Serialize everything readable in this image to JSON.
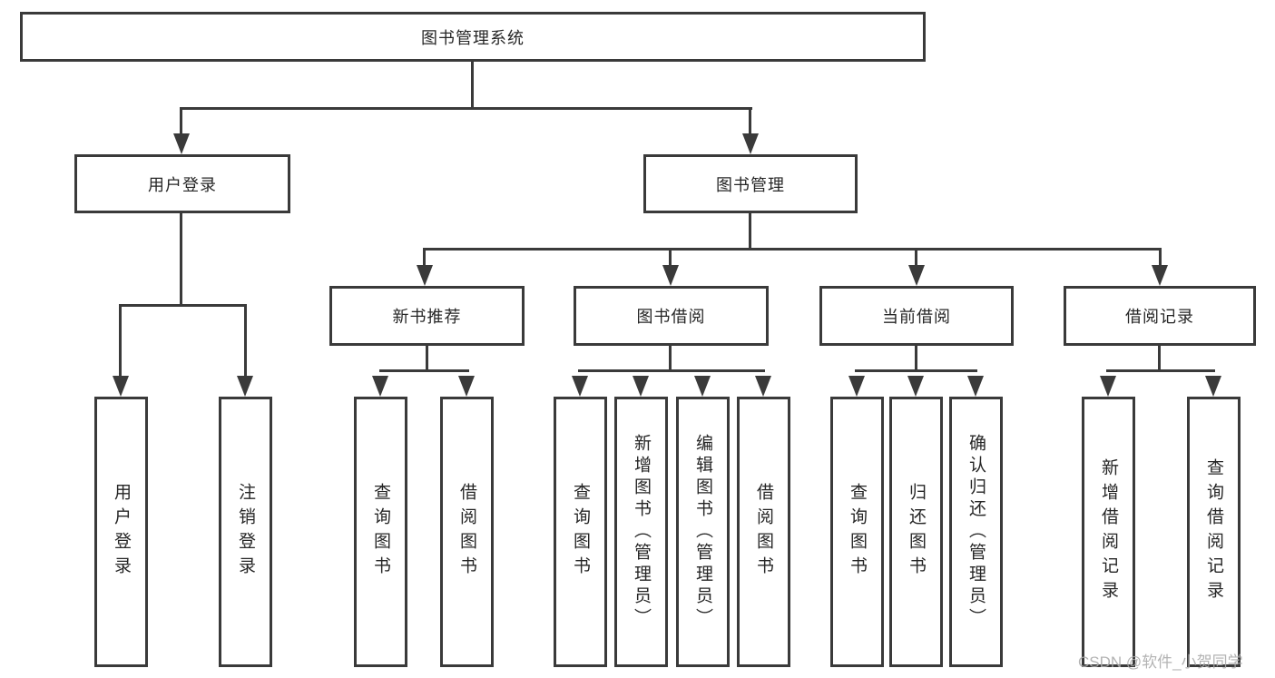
{
  "diagram": {
    "root": {
      "label": "图书管理系统"
    },
    "branches": [
      {
        "label": "用户登录",
        "children": [
          {
            "label": "用户登录"
          },
          {
            "label": "注销登录"
          }
        ]
      },
      {
        "label": "图书管理",
        "children": [
          {
            "label": "新书推荐",
            "children": [
              {
                "label": "查询图书"
              },
              {
                "label": "借阅图书"
              }
            ]
          },
          {
            "label": "图书借阅",
            "children": [
              {
                "label": "查询图书"
              },
              {
                "label": "新增图书（管理员）"
              },
              {
                "label": "编辑图书（管理员）"
              },
              {
                "label": "借阅图书"
              }
            ]
          },
          {
            "label": "当前借阅",
            "children": [
              {
                "label": "查询图书"
              },
              {
                "label": "归还图书"
              },
              {
                "label": "确认归还（管理员）"
              }
            ]
          },
          {
            "label": "借阅记录",
            "children": [
              {
                "label": "新增借阅记录"
              },
              {
                "label": "查询借阅记录"
              }
            ]
          }
        ]
      }
    ]
  },
  "watermark": {
    "text": "CSDN @软件_小贺同学"
  },
  "colors": {
    "line": "#3a3a3a",
    "text": "#262626",
    "watermark": "#ababab",
    "background": "#ffffff"
  }
}
